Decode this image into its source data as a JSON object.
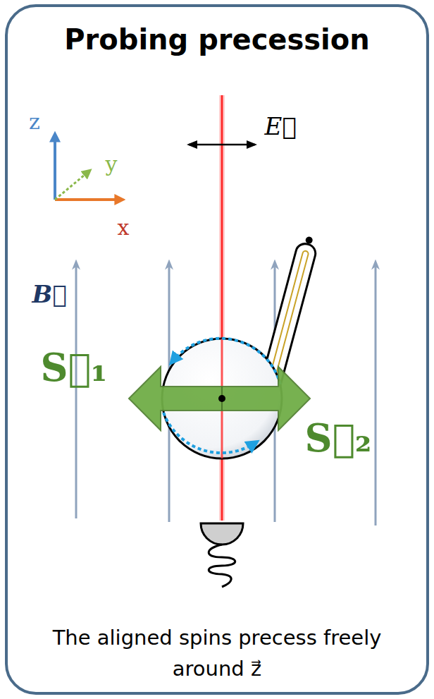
{
  "diagram": {
    "title": "Probing precession",
    "caption": "The aligned spins precess freely around z⃗",
    "labels": [
      "z",
      "y",
      "x",
      "E⃗",
      "B⃗",
      "S⃗₁",
      "S⃗₂"
    ]
  }
}
